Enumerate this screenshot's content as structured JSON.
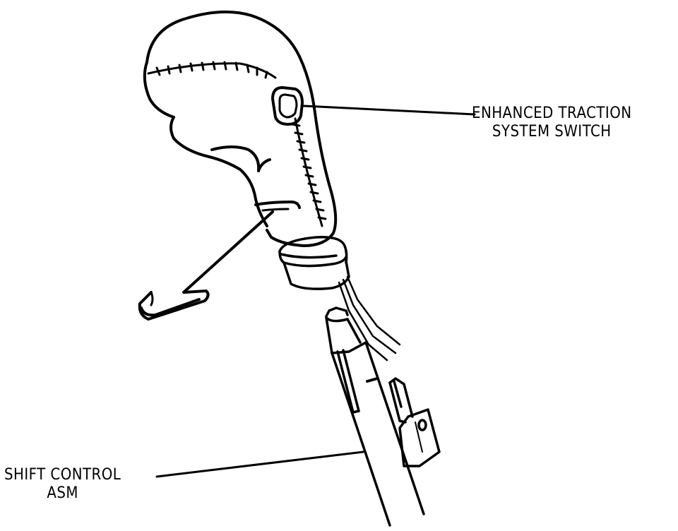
{
  "callouts": {
    "enhanced_traction": {
      "line1": "ENHANCED TRACTION",
      "line2": "SYSTEM SWITCH"
    },
    "shift_control": {
      "line1": "SHIFT CONTROL",
      "line2": "ASM"
    }
  },
  "colors": {
    "ink": "#000000",
    "paper": "#ffffff"
  }
}
